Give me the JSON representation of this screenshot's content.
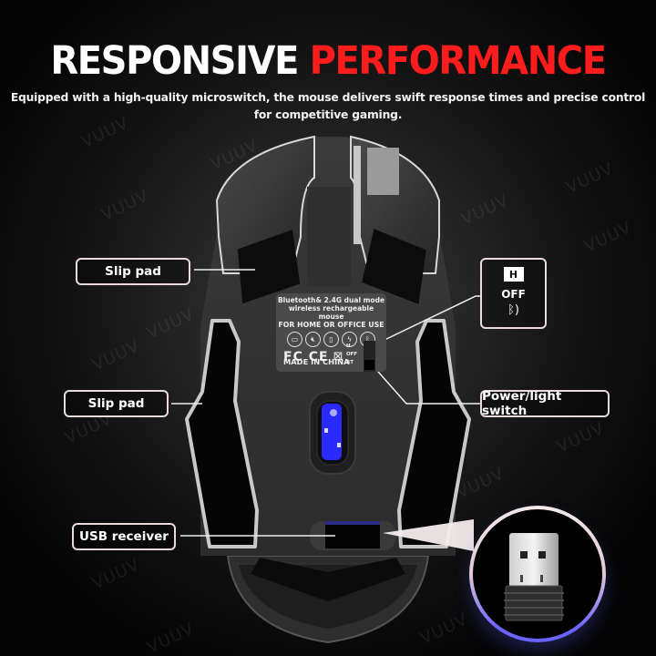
{
  "header": {
    "title_white": "RESPONSIVE",
    "title_red": "PERFORMANCE",
    "subtitle_line1": "Equipped with a high-quality microswitch, the mouse delivers swift response times and precise control",
    "subtitle_line2": "for competitive gaming."
  },
  "colors": {
    "accent_red": "#ff1c1c",
    "title_white": "#ffffff",
    "callout_border": "#eadada",
    "led_blue": "#2a2aff"
  },
  "callouts": {
    "slip_pad_upper": "Slip pad",
    "slip_pad_lower": "Slip pad",
    "usb_receiver": "USB receiver",
    "power_light_switch": "Power/light switch"
  },
  "switch_legend": {
    "mode_h": "H",
    "mode_off": "OFF",
    "mode_bluetooth_icon": "bluetooth-icon"
  },
  "product_label": {
    "line1": "Bluetooth& 2.4G dual mode",
    "line2": "wireless rechargeable mouse",
    "line3": "FOR HOME OR OFFICE USE",
    "icons": [
      "sd-card-icon",
      "mute-icon",
      "mouse-icon",
      "battery-icon",
      "bluetooth-icon"
    ],
    "certifications": "FC CE",
    "recycle_icon": "weee-bin-icon",
    "made_in": "MADE IN CHINA",
    "switch_labels": [
      "H",
      "OFF",
      "BT"
    ]
  },
  "watermark": "VUUV"
}
